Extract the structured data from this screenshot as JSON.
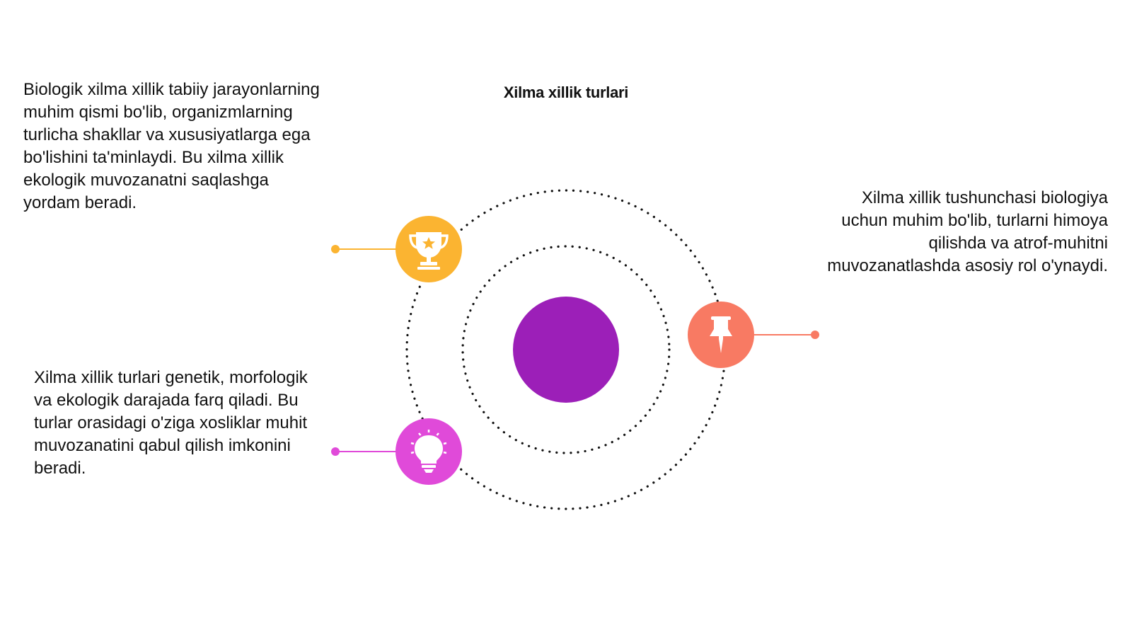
{
  "title": "Xilma xillik turlari",
  "colors": {
    "center": "#9c1fb8",
    "trophy": "#fbb431",
    "pin": "#f87a63",
    "bulb": "#e04ad9",
    "dots": "#111111"
  },
  "nodes": [
    {
      "id": "trophy",
      "icon": "trophy-icon",
      "text": "Biologik xilma xillik tabiiy jarayonlarning muhim qismi bo'lib, organizmlarning turlicha shakllar va xususiyatlarga ega bo'lishini ta'minlaydi. Bu xilma xillik ekologik muvozanatni saqlashga yordam beradi."
    },
    {
      "id": "pin",
      "icon": "pin-icon",
      "text": "Xilma xillik tushunchasi biologiya uchun muhim bo'lib, turlarni himoya qilishda va atrof-muhitni muvozanatlashda asosiy rol o'ynaydi."
    },
    {
      "id": "bulb",
      "icon": "lightbulb-icon",
      "text": "Xilma xillik turlari genetik, morfologik va ekologik darajada farq qiladi. Bu turlar orasidagi o'ziga xosliklar muhit muvozanatini qabul qilish imkonini beradi."
    }
  ]
}
